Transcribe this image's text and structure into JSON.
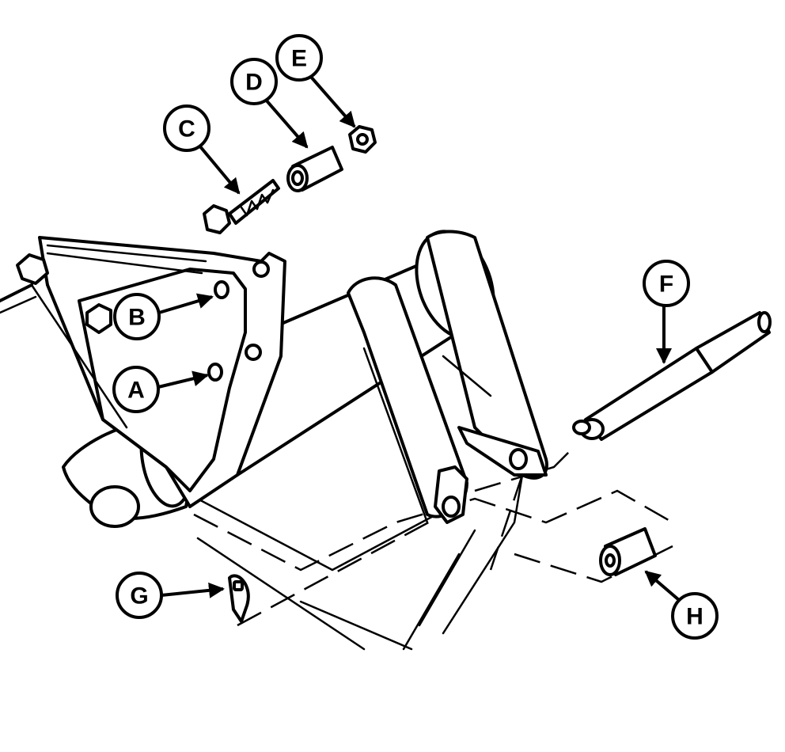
{
  "callouts": {
    "a": {
      "label": "A"
    },
    "b": {
      "label": "B"
    },
    "c": {
      "label": "C"
    },
    "d": {
      "label": "D"
    },
    "e": {
      "label": "E"
    },
    "f": {
      "label": "F"
    },
    "g": {
      "label": "G"
    },
    "h": {
      "label": "H"
    }
  }
}
